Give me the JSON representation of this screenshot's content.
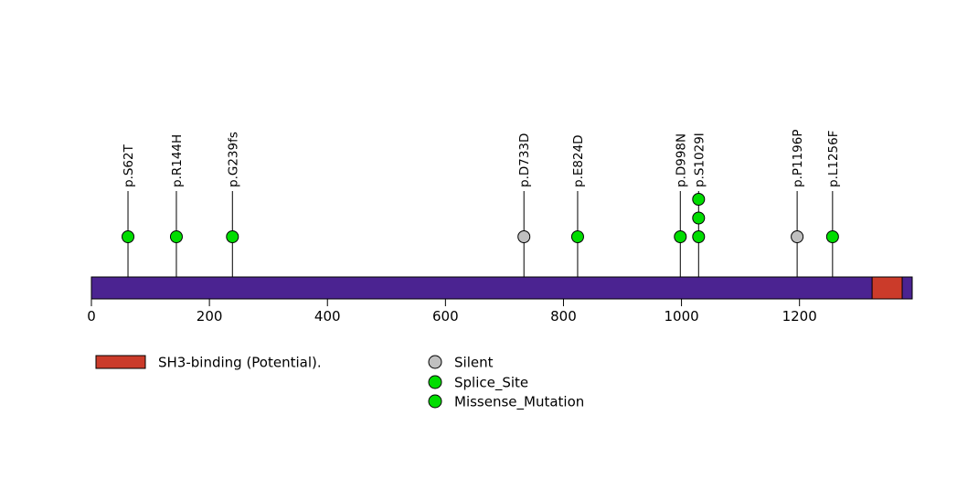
{
  "chart_data": {
    "type": "lollipop",
    "title": "",
    "xlabel": "",
    "ylabel": "",
    "xlim": [
      0,
      1391
    ],
    "grid": false,
    "legend_position": "bottom",
    "protein": {
      "length": 1391,
      "backbone_color": "#4B2391",
      "domains": [
        {
          "name": "SH3-binding (Potential).",
          "start": 1323,
          "end": 1374,
          "color": "#CB3B2A"
        }
      ]
    },
    "axis": {
      "ticks": [
        0,
        200,
        400,
        600,
        800,
        1000,
        1200
      ],
      "tick_labels": [
        "0",
        "200",
        "400",
        "600",
        "800",
        "1000",
        "1200"
      ]
    },
    "mutations": [
      {
        "label": "p.S62T",
        "position": 62,
        "count": 1,
        "type": "Missense_Mutation",
        "color": "#00DD00"
      },
      {
        "label": "p.R144H",
        "position": 144,
        "count": 1,
        "type": "Missense_Mutation",
        "color": "#00DD00"
      },
      {
        "label": "p.G239fs",
        "position": 239,
        "count": 1,
        "type": "Missense_Mutation",
        "color": "#00DD00"
      },
      {
        "label": "p.D733D",
        "position": 733,
        "count": 1,
        "type": "Silent",
        "color": "#C0C0C0"
      },
      {
        "label": "p.E824D",
        "position": 824,
        "count": 1,
        "type": "Missense_Mutation",
        "color": "#00DD00"
      },
      {
        "label": "p.D998N",
        "position": 998,
        "count": 1,
        "type": "Missense_Mutation",
        "color": "#00DD00"
      },
      {
        "label": "p.S1029I",
        "position": 1029,
        "count": 3,
        "type": "Missense_Mutation",
        "color": "#00DD00"
      },
      {
        "label": "p.P1196P",
        "position": 1196,
        "count": 1,
        "type": "Silent",
        "color": "#C0C0C0"
      },
      {
        "label": "p.L1256F",
        "position": 1256,
        "count": 1,
        "type": "Missense_Mutation",
        "color": "#00DD00"
      }
    ],
    "legend": {
      "domain_entries": [
        {
          "label": "SH3-binding (Potential).",
          "color": "#CB3B2A"
        }
      ],
      "mutation_entries": [
        {
          "label": "Silent",
          "color": "#C0C0C0"
        },
        {
          "label": "Splice_Site",
          "color": "#00DD00"
        },
        {
          "label": "Missense_Mutation",
          "color": "#00DD00"
        }
      ]
    }
  }
}
